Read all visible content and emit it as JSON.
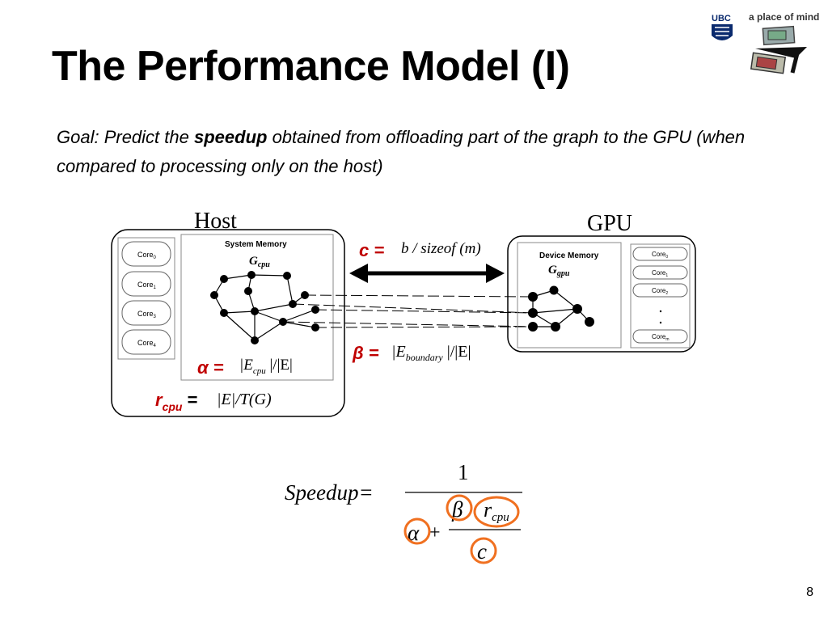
{
  "slide": {
    "title": "The Performance Model (I)",
    "goal_prefix": "Goal: Predict the ",
    "goal_bold": "speedup",
    "goal_suffix": " obtained from offloading part of the graph to the GPU (when compared to processing only on the host)",
    "page_number": "8"
  },
  "logo": {
    "ubc": "UBC",
    "tagline": "a place of mind"
  },
  "host": {
    "label": "Host",
    "memory_label": "System Memory",
    "graph_label": "G",
    "graph_sub": "cpu",
    "cores": [
      "Core",
      "Core",
      "Core",
      "Core"
    ],
    "core_subs": [
      "0",
      "1",
      "3",
      "4"
    ]
  },
  "gpu": {
    "label": "GPU",
    "memory_label": "Device Memory",
    "graph_label": "G",
    "graph_sub": "gpu",
    "cores": [
      "Core",
      "Core",
      "Core",
      "Core"
    ],
    "core_subs": [
      "0",
      "1",
      "2",
      "m"
    ]
  },
  "formulas": {
    "c_label": "c =",
    "c_expr": "b / sizeof (m)",
    "beta_label": "β =",
    "beta_expr_E": "|E",
    "beta_expr_sub": "boundary",
    "beta_expr_rest": " |/|E|",
    "alpha_label": "α =",
    "alpha_expr_E": "|E",
    "alpha_expr_sub": "cpu",
    "alpha_expr_rest": " |/|E|",
    "rcpu_label": "r",
    "rcpu_sub": "cpu",
    "rcpu_eq": " =",
    "rcpu_expr": "|E|/T(G)"
  },
  "speedup": {
    "lhs": "Speedup=",
    "numerator": "1",
    "alpha": "α",
    "plus": "+",
    "beta": "β",
    "dot": "·",
    "r": "r",
    "r_sub": "cpu",
    "c": "c"
  },
  "colors": {
    "accent": "#c00000",
    "highlight": "#f07020"
  }
}
